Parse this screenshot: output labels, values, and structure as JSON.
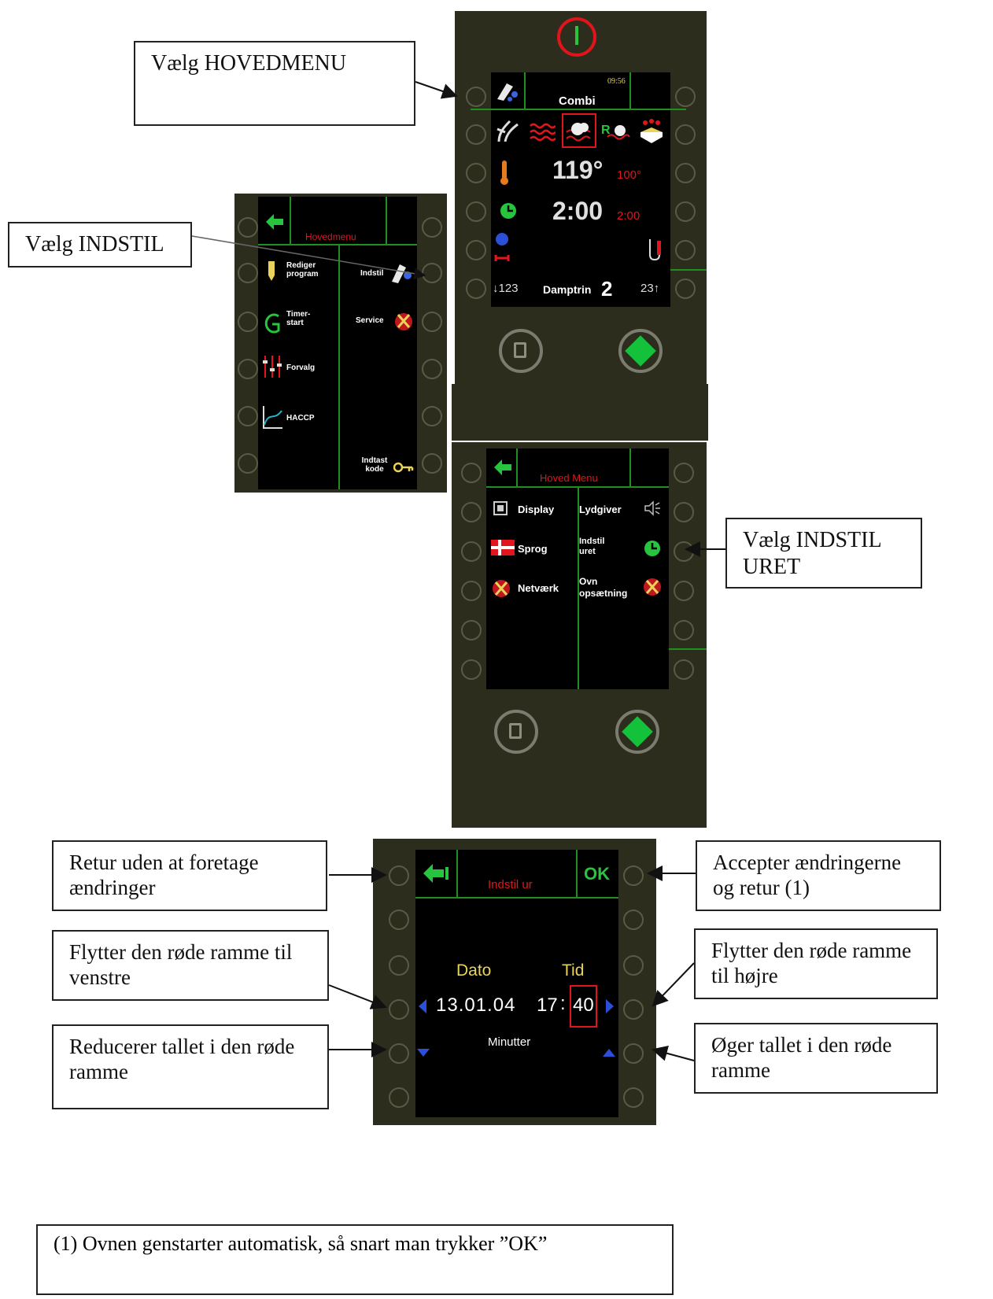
{
  "callouts": {
    "hovedmenu": "Vælg HOVEDMENU",
    "indstil": "Vælg INDSTIL",
    "indstil_uret": "Vælg INDSTIL URET",
    "retur": "Retur uden at foretage ændringer",
    "accepter": "Accepter ændringerne og retur (1)",
    "flyt_venstre": "Flytter den røde ramme til venstre",
    "flyt_hoejre": "Flytter den røde ramme til højre",
    "reducer": "Reducerer tallet i den røde ramme",
    "oeger": "Øger tallet i den røde ramme"
  },
  "combi_screen": {
    "clock": "09:56",
    "mode": "Combi",
    "temp_actual": "119°",
    "temp_set": "100°",
    "time_actual": "2:00",
    "time_set": "2:00",
    "steam_label": "Damptrin",
    "steam_value": "2",
    "steam_down": "↓123",
    "steam_up": "23↑"
  },
  "menu1": {
    "title": "Hovedmenu",
    "items_left": [
      "Rediger program",
      "Timer-start",
      "Forvalg",
      "HACCP"
    ],
    "items_right": [
      "Indstil",
      "Service",
      "Indtast kode"
    ]
  },
  "menu2": {
    "title": "Hoved Menu",
    "display": "Display",
    "lydgiver": "Lydgiver",
    "sprog": "Sprog",
    "indstil_uret_1": "Indstil",
    "indstil_uret_2": "uret",
    "netvaerk": "Netværk",
    "ovn_1": "Ovn",
    "ovn_2": "opsætning"
  },
  "clock_screen": {
    "title": "Indstil ur",
    "ok": "OK",
    "dato_label": "Dato",
    "tid_label": "Tid",
    "date_value": "13.01.04",
    "hour": "17",
    "sep": ":",
    "minute": "40",
    "unit": "Minutter"
  },
  "footnote": "(1) Ovnen genstarter automatisk, så snart man trykker ”OK”"
}
